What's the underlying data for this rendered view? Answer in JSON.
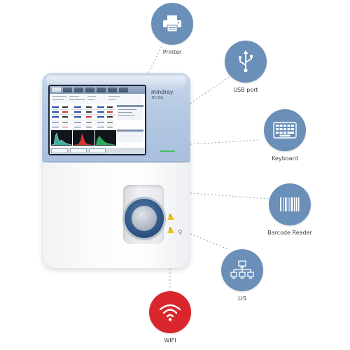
{
  "device": {
    "brand": "mindray",
    "model": "BC-20s"
  },
  "peripherals": [
    {
      "key": "printer",
      "label": "Printer",
      "icon": "printer-icon",
      "color": "#6a8fb9"
    },
    {
      "key": "usb",
      "label": "USB port",
      "icon": "usb-icon",
      "color": "#6a8fb9"
    },
    {
      "key": "keyboard",
      "label": "Keyboard",
      "icon": "keyboard-icon",
      "color": "#6a8fb9"
    },
    {
      "key": "barcode",
      "label": "Barcode Reader",
      "icon": "barcode-icon",
      "color": "#6a8fb9"
    },
    {
      "key": "lis",
      "label": "LIS",
      "icon": "network-icon",
      "color": "#6a8fb9"
    },
    {
      "key": "wifi",
      "label": "WIFI",
      "icon": "wifi-icon",
      "color": "#d9262c"
    }
  ]
}
